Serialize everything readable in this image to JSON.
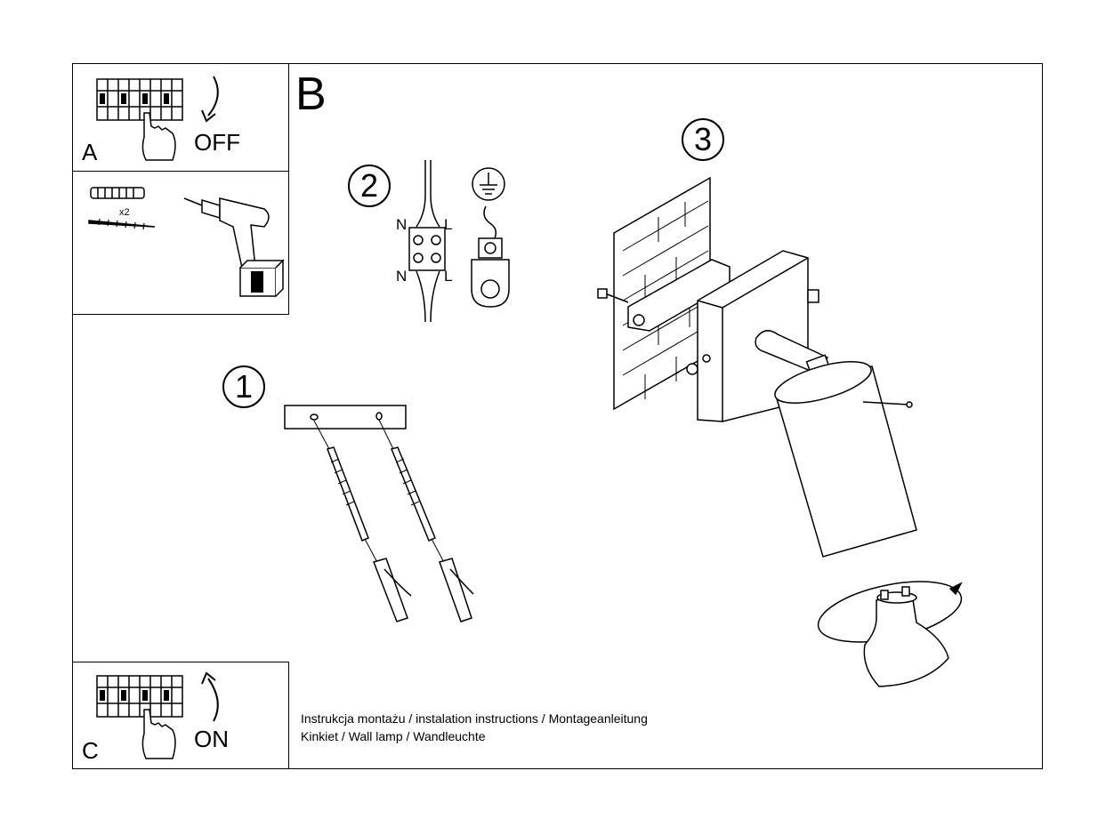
{
  "panels": {
    "a": {
      "letter": "A",
      "state": "OFF"
    },
    "tools": {
      "count": "x2"
    },
    "c": {
      "letter": "C",
      "state": "ON"
    }
  },
  "main": {
    "letter": "B",
    "steps": [
      "1",
      "2",
      "3"
    ],
    "wiring": {
      "n_top": "N",
      "l_top": "L",
      "n_bottom": "N",
      "l_bottom": "L"
    }
  },
  "caption": {
    "line1": "Instrukcja montażu / instalation instructions / Montageanleitung",
    "line2": "Kinkiet / Wall lamp / Wandleuchte"
  }
}
